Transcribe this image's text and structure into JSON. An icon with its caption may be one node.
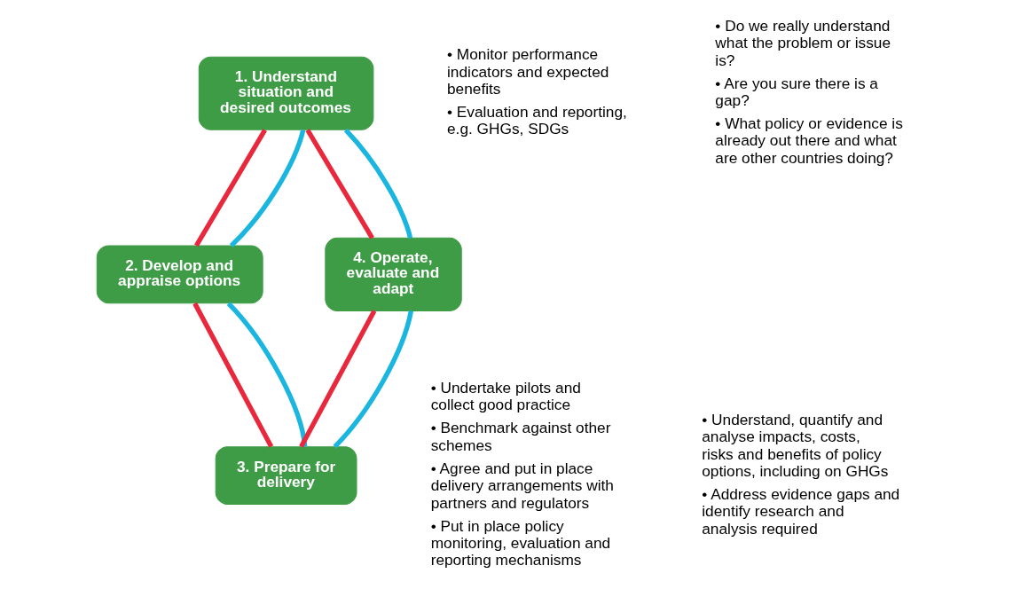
{
  "diagram": {
    "nodes": [
      {
        "text": [
          "1. Understand situation and desired outcomes"
        ]
      },
      {
        "text": [
          "2. Develop and appraise options"
        ]
      },
      {
        "text": [
          "3. Prepare for delivery"
        ]
      },
      {
        "text": [
          "4. Operate, evaluate and adapt"
        ]
      }
    ],
    "edges": [
      {
        "from": 0,
        "to": 1,
        "arrow": "none",
        "color": "#e8283c"
      },
      {
        "from": 0,
        "to": 1,
        "arrow": "none",
        "color": "#1ab6e0"
      },
      {
        "from": 1,
        "to": 2,
        "arrow": "none",
        "color": "#e8283c"
      },
      {
        "from": 1,
        "to": 2,
        "arrow": "none",
        "color": "#1ab6e0"
      },
      {
        "from": 2,
        "to": 3,
        "arrow": "none",
        "color": "#e8283c"
      },
      {
        "from": 2,
        "to": 3,
        "arrow": "none",
        "color": "#1ab6e0"
      },
      {
        "from": 3,
        "to": 0,
        "arrow": "none",
        "color": "#e8283c"
      },
      {
        "from": 3,
        "to": 0,
        "arrow": "none",
        "color": "#1ab6e0"
      }
    ],
    "labels": [
      "• Monitor performance indicators and expected benefits",
      "• Evaluation and reporting, e.g. GHGs, SDGs",
      "• Do we really understand what the problem or issue is?",
      "• Are you sure there is a gap?",
      "• What policy or evidence is already out there and what are other countries doing?",
      "• Undertake pilots and collect good practice",
      "• Benchmark against other schemes",
      "• Agree and put in place delivery arrangements with partners and regulators",
      "• Put in place policy monitoring, evaluation and reporting mechanisms",
      "• Understand, quantify and analyse impacts, costs, risks and benefits of policy options, including on GHGs",
      "• Address evidence gaps and identify research and analysis required"
    ]
  }
}
